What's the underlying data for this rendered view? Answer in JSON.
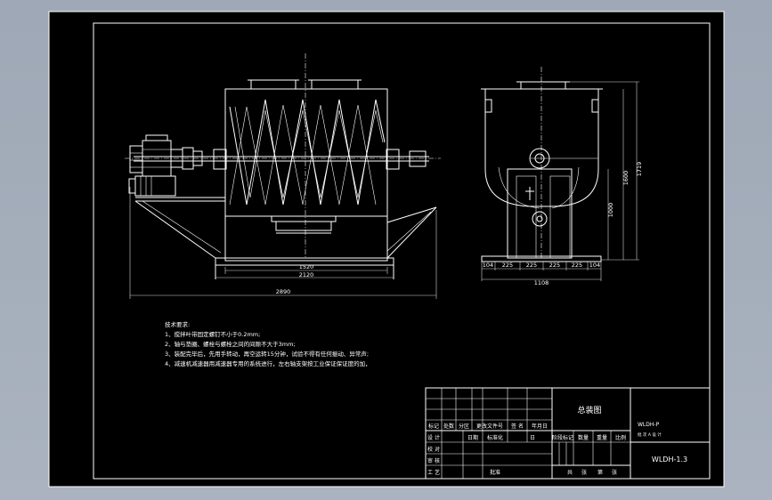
{
  "drawing": {
    "tech_title": "技术要求:",
    "notes": [
      "1、搅拌叶带固定螺钉不小于0.2mm;",
      "2、轴与垫圈、螺栓与螺栓之间的间隙不大于3mm;",
      "3、装配完毕后，先用手转动，再空运转15分钟，试验不得有任何振动、异常声;",
      "4、减速机减速器用减速器专用的系统进行，左右轴支架按工业保证保证度的加，"
    ],
    "front_dims": {
      "inner": "1520",
      "middle": "2120",
      "overall": "2890"
    },
    "side_dims": {
      "segments": [
        "104",
        "225",
        "225",
        "225",
        "225",
        "104"
      ],
      "width": "1108",
      "h1": "1000",
      "h2": "1600",
      "h3": "1719"
    },
    "title_block": {
      "name": "总装图",
      "code_top": "WLDH-P",
      "code_top_sub": "批 次 A 设 计",
      "drawing_no": "WLDH-1.3",
      "revision_headers": [
        "标记",
        "处数",
        "分区",
        "更改文件号",
        "签 名",
        "年月日"
      ],
      "row_design": [
        "设 计",
        "",
        "",
        "日期",
        "标准化",
        "",
        "日"
      ],
      "row_check": "校 对",
      "row_audit": "审 核",
      "row_process": "工 艺",
      "row_approve": "批准",
      "stage_headers": [
        "阶段标记",
        "数量",
        "重量",
        "比例"
      ],
      "sheet": [
        "共",
        "张",
        "第",
        "张"
      ]
    }
  }
}
